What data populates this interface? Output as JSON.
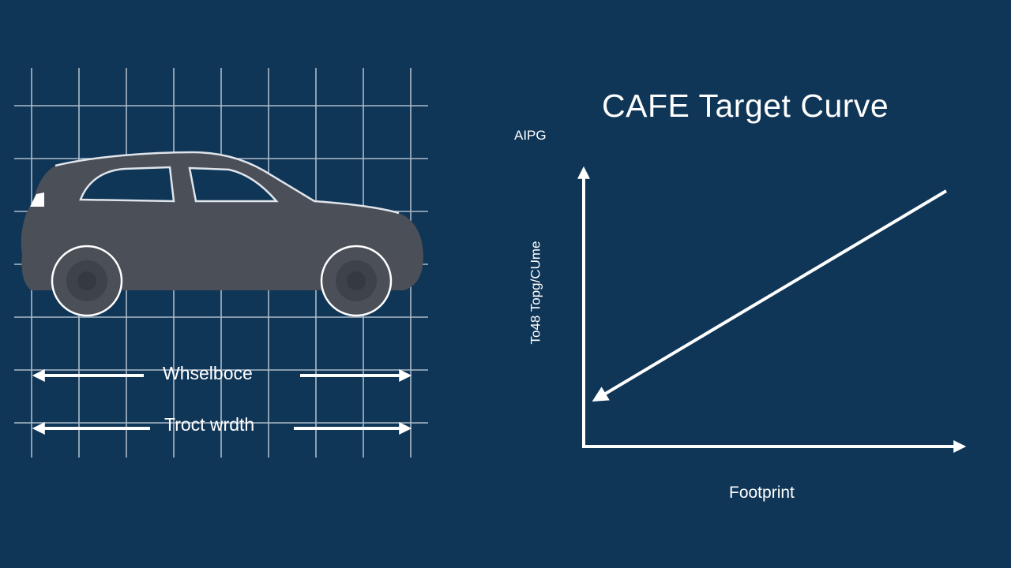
{
  "diagram": {
    "title": "CAFE Target Curve",
    "y_axis_top_label": "AIPG",
    "y_axis_rotated_label": "To48 Topg/CUme",
    "x_axis_label": "Footprint",
    "wheelbase_label": "Whselboce",
    "track_width_label": "Troct wrdth",
    "icons": [
      "car-silhouette-icon",
      "wheelbase-arrow-icon",
      "track-width-arrow-icon"
    ],
    "colors": {
      "background": "#0f3557",
      "car_body": "#4a4f58",
      "line": "#ffffff",
      "grid": "#c9d4de"
    }
  }
}
